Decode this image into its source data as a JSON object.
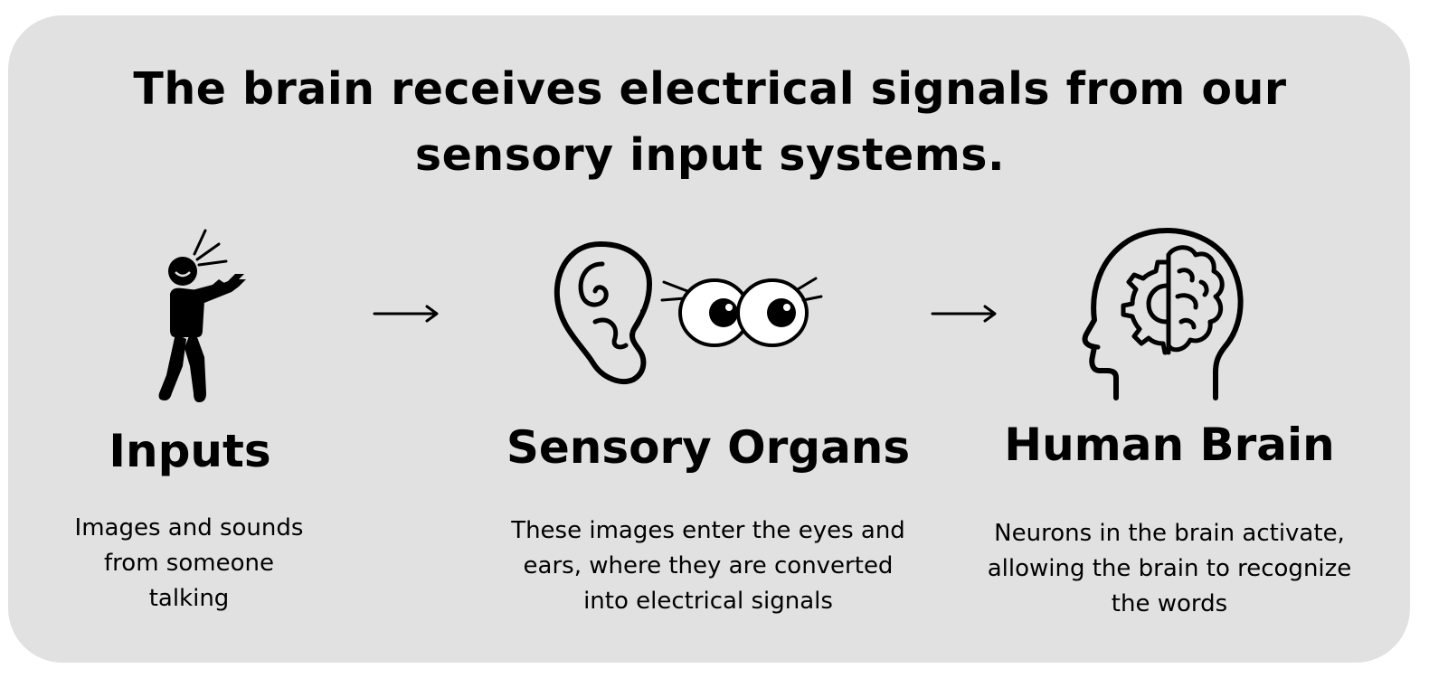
{
  "title": "The brain receives electrical signals from our sensory input systems.",
  "steps": [
    {
      "heading": "Inputs",
      "description": "Images and sounds from someone talking",
      "icon": "person-talking-icon"
    },
    {
      "heading": "Sensory Organs",
      "description": "These images enter the eyes and ears, where they are converted into electrical signals",
      "icon": "ear-and-eyes-icon"
    },
    {
      "heading": "Human Brain",
      "description": "Neurons in the brain activate, allowing the brain to recognize the words",
      "icon": "head-brain-gear-icon"
    }
  ],
  "arrows": [
    "arrow-right-icon",
    "arrow-right-icon"
  ],
  "colors": {
    "background": "#e1e1e1",
    "text": "#000000"
  }
}
